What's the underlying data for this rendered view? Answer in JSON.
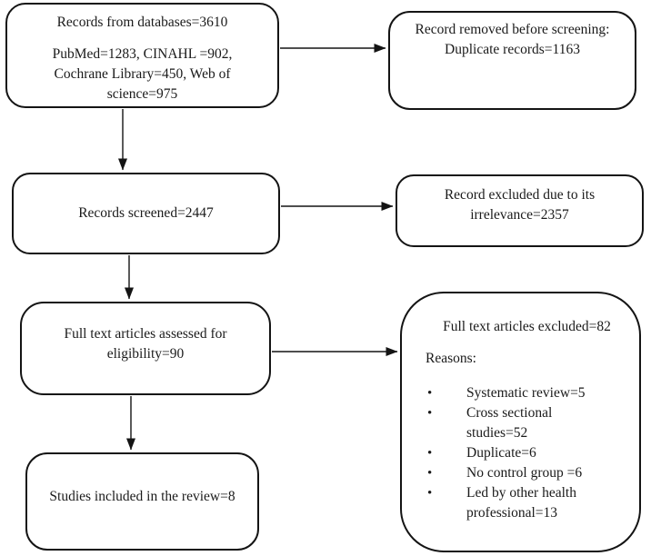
{
  "figure": {
    "type": "flow-diagram",
    "ink_color": "#141414",
    "background": "#ffffff",
    "boxes": {
      "records_identified": {
        "title": "Records from databases=3610",
        "detail_lines": [
          "PubMed=1283, CINAHL =902,",
          "Cochrane Library=450, Web of",
          "science=975"
        ]
      },
      "records_removed": {
        "lines": [
          "Record removed before screening:",
          "Duplicate records=1163"
        ]
      },
      "records_screened": {
        "lines": [
          "Records screened=2447"
        ]
      },
      "records_excluded": {
        "lines": [
          "Record excluded due to its",
          "irrelevance=2357"
        ]
      },
      "fulltext_assessed": {
        "lines": [
          "Full text articles assessed for",
          "eligibility=90"
        ]
      },
      "fulltext_excluded": {
        "title": "Full text articles excluded=82",
        "reasons_label": "Reasons:",
        "reasons": [
          "Systematic review=5",
          "Cross sectional studies=52",
          "Duplicate=6",
          "No control group =6",
          "Led by other health professional=13"
        ]
      },
      "studies_included": {
        "lines": [
          "Studies included in the review=8"
        ]
      }
    }
  }
}
